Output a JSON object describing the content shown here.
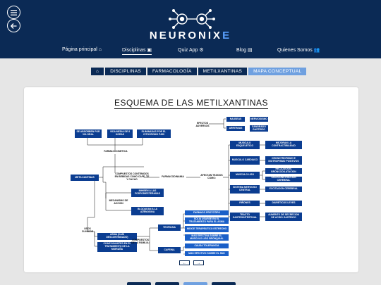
{
  "brand": {
    "name_main": "NEURONIX",
    "name_accent": "E"
  },
  "nav": {
    "home": "Página principal",
    "disciplines": "Disciplinas",
    "quiz": "Quiz App",
    "blog": "Blog",
    "about": "Quienes Somos"
  },
  "breadcrumb": [
    "DISCIPLINAS",
    "FARMACOLOGÍA",
    "METILXANTINAS",
    "MAPA CONCEPTUAL"
  ],
  "map": {
    "title": "ESQUEMA DE LAS METILXANTINAS",
    "effects_label": "EFECTOS ADVERSOS",
    "nausea": "NAUSEAS",
    "nervousness": "NERVIOSISMO",
    "arrhythmia": "ARRITMIAS",
    "gastric": "SANGRADO GASTRICO",
    "absorb": "SE ABSORBEN POR VIA ORAL",
    "half_life": "VIDA MEDIA DE 8 HORAS",
    "eliminated": "ELIMINADAS POR EL CITOCROMO P450",
    "pk": "FARMACOCINETICA",
    "root": "METILXANTINAS",
    "compounds": "COMPUESTOS CONTENIDOS EN BEBIDAS COMO CAFE, TE Y CACAO",
    "pd": "FARMACODINAMIA",
    "affect": "AFECTAN TEJIDOS COMO:",
    "skeletal": "MUSCULO ESQUELETICO",
    "skeletal_eff": "MEJORAN LA CONTRACTIBILIDAD",
    "cardiac": "MUSCULO CARDIACO",
    "cardiac_eff": "CRONOTROPISMO E INOTROPISMO POSITIVOS",
    "smooth": "MUSCULO LISO",
    "smooth_eff1": "RELAJACION, BRONCODILATACION",
    "smooth_eff2": "VASOCONSTRICCION CEREBRAL",
    "cns": "SISTEMA NERVIOSO CENTRAL",
    "cns_eff": "EXCITACION CEREBRAL",
    "kidney": "RIÑONES",
    "kidney_eff": "DIURETICOS LEVES",
    "gi": "TRACTO GASTROINTESTINAL",
    "gi_eff": "AUMENTO DE SECRECION DE ACIDO GASTRICO",
    "mechanism": "MECANISMO DE ACCION",
    "mech1": "INHIBEN A LAS FOSFODIESTERASAS",
    "mech2": "BLOQUEAN A LA ADENOSINA",
    "clinical": "USOS CLINICOS",
    "use1": "ASMA (CASI DESCONTINUADO)",
    "use2": "COADYUVANTES EN EL TRATAMIENTO DE LA MIGRAÑA",
    "family": "COMPUESTOS DE LA FAMILIA:",
    "theophylline": "TEOFILINA",
    "theo1": "FARMACO PROTOTIPO",
    "theo2": "SOLIA USARSE EN EL TRATAMIENTO PARA EL ASMA",
    "theo3": "INDICE TERAPEUTICO ESTRECHO",
    "theo4": "MAS EFECTIVA SOBRE EL MUSCULO LISO BRONQUIAL",
    "caffeine": "CAFEINA",
    "caf1": "CAUSA TOLERANCIA",
    "caf2": "MAS EFECTIVO SOBRE EL SNC"
  },
  "pager": {
    "prev": "←",
    "next": "→"
  },
  "colors": {
    "primary": "#0b2a55",
    "accent": "#5aa0ff",
    "box": "#0b3d91"
  }
}
